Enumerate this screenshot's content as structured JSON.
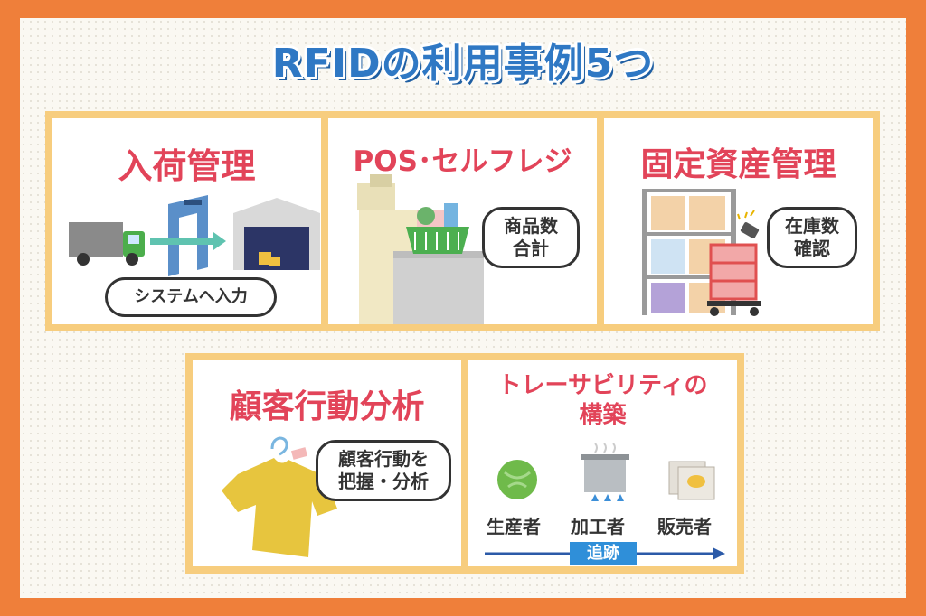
{
  "title": "RFIDの利用事例5つ",
  "cards": [
    {
      "title": "入荷管理",
      "bubble": "システムへ入力"
    },
    {
      "title": "POS･セルフレジ",
      "bubble": "商品数\n合計"
    },
    {
      "title": "固定資産管理",
      "bubble": "在庫数\n確認"
    },
    {
      "title": "顧客行動分析",
      "bubble": "顧客行動を\n把握・分析"
    },
    {
      "title": "トレーサビリティの\n構築",
      "stages": [
        "生産者",
        "加工者",
        "販売者"
      ],
      "arrow_label": "追跡"
    }
  ],
  "colors": {
    "frame": "#ef7f3a",
    "panel_border": "#f7cd7e",
    "title_blue": "#2f78c4",
    "card_red": "#e24459",
    "arrow_blue": "#2b5aa8"
  }
}
